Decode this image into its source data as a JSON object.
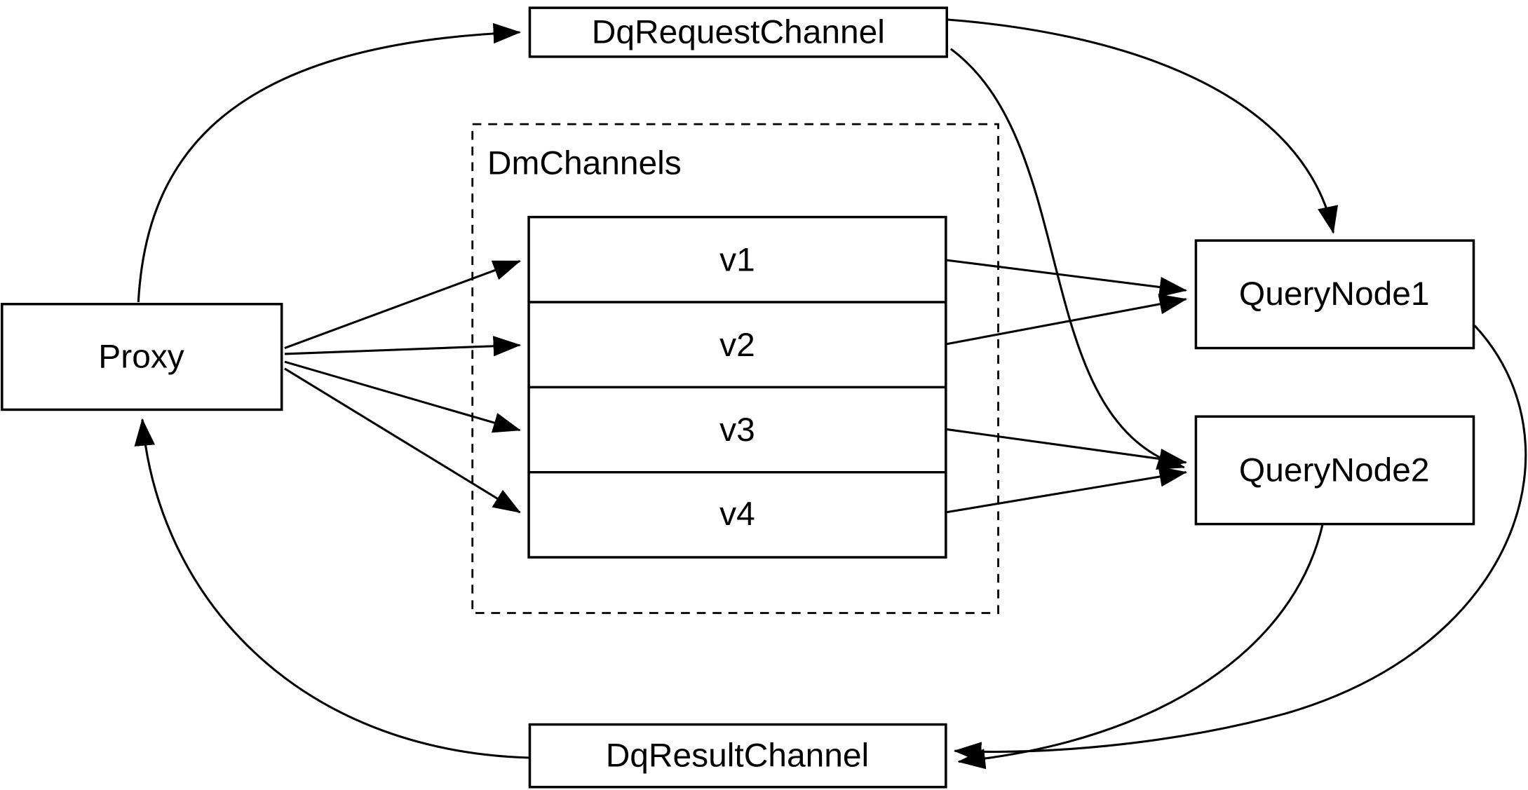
{
  "diagram": {
    "nodes": {
      "proxy": {
        "label": "Proxy"
      },
      "dq_request_channel": {
        "label": "DqRequestChannel"
      },
      "dm_channels": {
        "label": "DmChannels",
        "rows": [
          {
            "label": "v1"
          },
          {
            "label": "v2"
          },
          {
            "label": "v3"
          },
          {
            "label": "v4"
          }
        ]
      },
      "query_node_1": {
        "label": "QueryNode1"
      },
      "query_node_2": {
        "label": "QueryNode2"
      },
      "dq_result_channel": {
        "label": "DqResultChannel"
      }
    },
    "edges": [
      {
        "from": "Proxy",
        "to": "DqRequestChannel"
      },
      {
        "from": "Proxy",
        "to": "v1"
      },
      {
        "from": "Proxy",
        "to": "v2"
      },
      {
        "from": "Proxy",
        "to": "v3"
      },
      {
        "from": "Proxy",
        "to": "v4"
      },
      {
        "from": "v1",
        "to": "QueryNode1"
      },
      {
        "from": "v2",
        "to": "QueryNode1"
      },
      {
        "from": "v3",
        "to": "QueryNode2"
      },
      {
        "from": "v4",
        "to": "QueryNode2"
      },
      {
        "from": "DqRequestChannel",
        "to": "QueryNode1"
      },
      {
        "from": "DqRequestChannel",
        "to": "QueryNode2"
      },
      {
        "from": "QueryNode1",
        "to": "DqResultChannel"
      },
      {
        "from": "QueryNode2",
        "to": "DqResultChannel"
      },
      {
        "from": "DqResultChannel",
        "to": "Proxy"
      }
    ],
    "colors": {
      "stroke": "#000000",
      "background": "#ffffff",
      "node_fill": "#ffffff"
    }
  }
}
